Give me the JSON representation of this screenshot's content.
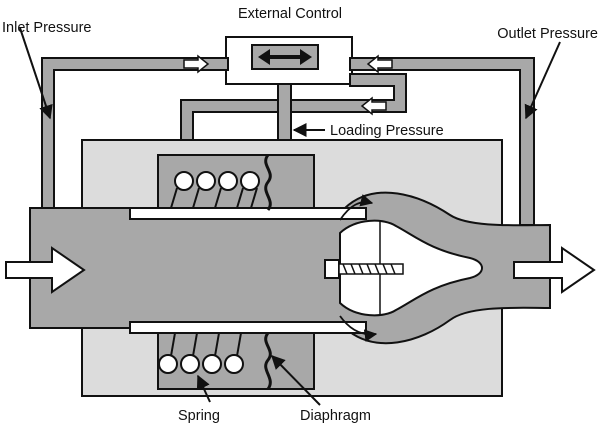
{
  "labels": {
    "external_control": "External Control",
    "inlet_pressure": "Inlet Pressure",
    "outlet_pressure": "Outlet Pressure",
    "loading_pressure": "Loading Pressure",
    "spring": "Spring",
    "diaphragm": "Diaphragm"
  },
  "colors": {
    "body": "#a8a8a8",
    "housing": "#dcdcdc",
    "outline": "#111111",
    "background": "#ffffff"
  },
  "icons": {
    "control_arrow": "double-headed-arrow-icon",
    "flow_arrows": "arrow-right-icon",
    "line_arrows": "arrow-left-icon"
  }
}
